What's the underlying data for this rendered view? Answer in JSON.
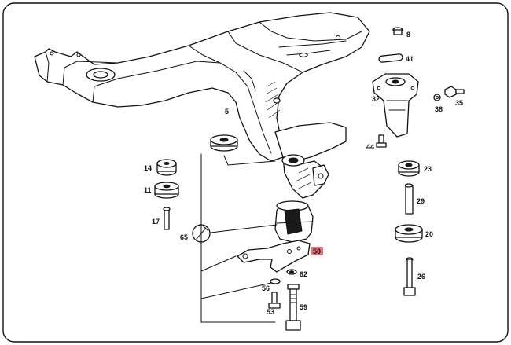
{
  "callouts": {
    "c8": "8",
    "c41": "41",
    "c32": "32",
    "c35": "35",
    "c38": "38",
    "c5": "5",
    "c44": "44",
    "c14": "14",
    "c11": "11",
    "c23": "23",
    "c17": "17",
    "c29": "29",
    "c65": "65",
    "c20": "20",
    "c50": "50",
    "c62": "62",
    "c26": "26",
    "c56": "56",
    "c53": "53",
    "c59": "59"
  },
  "highlight_color": "#e8737a"
}
